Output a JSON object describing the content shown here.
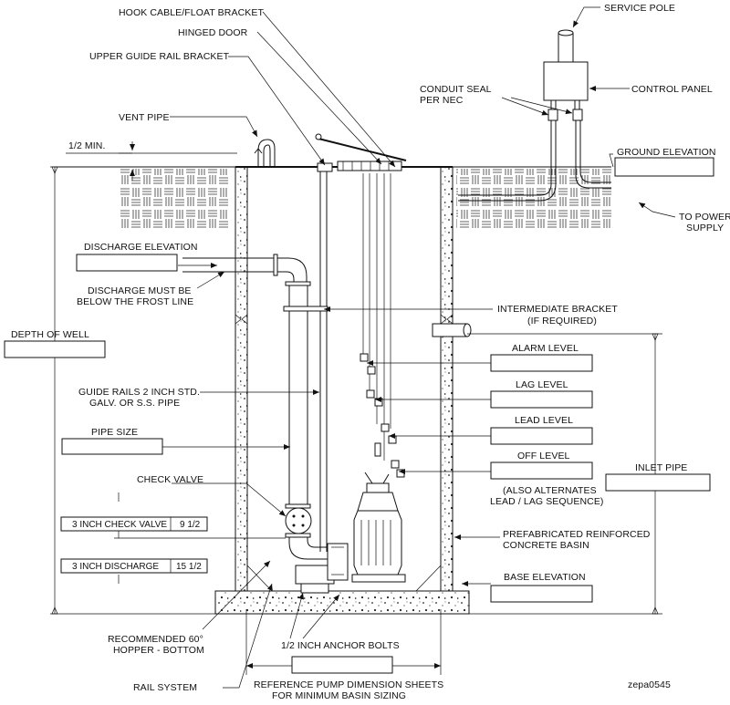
{
  "labels": {
    "hook_cable": "HOOK CABLE/FLOAT BRACKET",
    "hinged_door": "HINGED DOOR",
    "upper_guide": "UPPER GUIDE RAIL BRACKET",
    "vent_pipe": "VENT PIPE",
    "half_min": "1/2 MIN.",
    "service_pole": "SERVICE POLE",
    "conduit_seal_1": "CONDUIT SEAL",
    "conduit_seal_2": "PER NEC",
    "control_panel": "CONTROL PANEL",
    "ground_elev": "GROUND ELEVATION",
    "to_power_1": "TO POWER",
    "to_power_2": "SUPPLY",
    "discharge_elev": "DISCHARGE ELEVATION",
    "frost_1": "DISCHARGE MUST BE",
    "frost_2": "BELOW THE FROST LINE",
    "intermediate_1": "INTERMEDIATE BRACKET",
    "intermediate_2": "(IF REQUIRED)",
    "depth_well": "DEPTH OF WELL",
    "alarm_level": "ALARM LEVEL",
    "lag_level": "LAG LEVEL",
    "lead_level": "LEAD LEVEL",
    "off_level": "OFF LEVEL",
    "alternates_1": "(ALSO ALTERNATES",
    "alternates_2": "LEAD / LAG SEQUENCE)",
    "guide_rails_1": "GUIDE RAILS 2 INCH STD.",
    "guide_rails_2": "GALV. OR S.S. PIPE",
    "pipe_size": "PIPE SIZE",
    "inlet_pipe": "INLET PIPE",
    "check_valve": "CHECK VALVE",
    "prefab_1": "PREFABRICATED REINFORCED",
    "prefab_2": "CONCRETE BASIN",
    "base_elev": "BASE ELEVATION",
    "hopper_1": "RECOMMENDED 60°",
    "hopper_2": "HOPPER - BOTTOM",
    "anchor_bolts": "1/2 INCH ANCHOR BOLTS",
    "rail_system": "RAIL SYSTEM",
    "reference_1": "REFERENCE PUMP DIMENSION SHEETS",
    "reference_2": "FOR MINIMUM BASIN SIZING",
    "drawing_id": "zepa0545"
  },
  "table_rows": [
    {
      "name": "3 INCH CHECK VALVE",
      "value": "9 1/2"
    },
    {
      "name": "3 INCH DISCHARGE",
      "value": "15 1/2"
    }
  ]
}
